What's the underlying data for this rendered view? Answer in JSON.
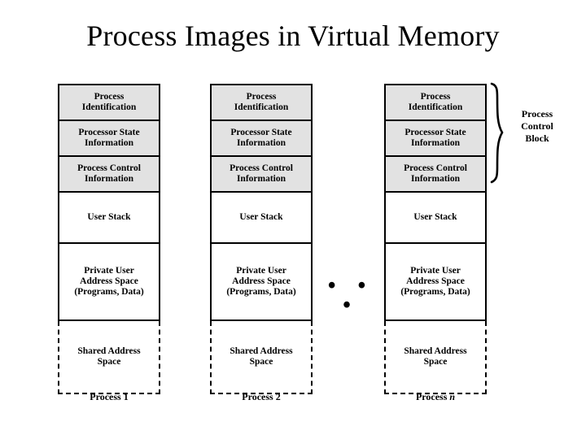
{
  "slide": {
    "title": "Process Images in Virtual Memory",
    "background_color": "#ffffff",
    "text_color": "#000000",
    "pcb_block_fill": "#e2e2e2",
    "memory_block_fill": "#ffffff"
  },
  "annotation": {
    "brace_label_line1": "Process",
    "brace_label_line2": "Control",
    "brace_label_line3": "Block",
    "ellipsis": "• • •"
  },
  "blocks": {
    "process_identification": "Process\nIdentification",
    "process_identification_l1": "Process",
    "process_identification_l2": "Identification",
    "processor_state_l1": "Processor State",
    "processor_state_l2": "Information",
    "process_control_l1": "Process Control",
    "process_control_l2": "Information",
    "user_stack": "User Stack",
    "private_user_l1": "Private User",
    "private_user_l2": "Address Space",
    "private_user_l3": "(Programs, Data)",
    "shared_address_l1": "Shared Address",
    "shared_address_l2": "Space"
  },
  "processes": [
    {
      "caption_prefix": "Process ",
      "caption_index": "1",
      "index_italic": false
    },
    {
      "caption_prefix": "Process ",
      "caption_index": "2",
      "index_italic": false
    },
    {
      "caption_prefix": "Process ",
      "caption_index": "n",
      "index_italic": true
    }
  ]
}
